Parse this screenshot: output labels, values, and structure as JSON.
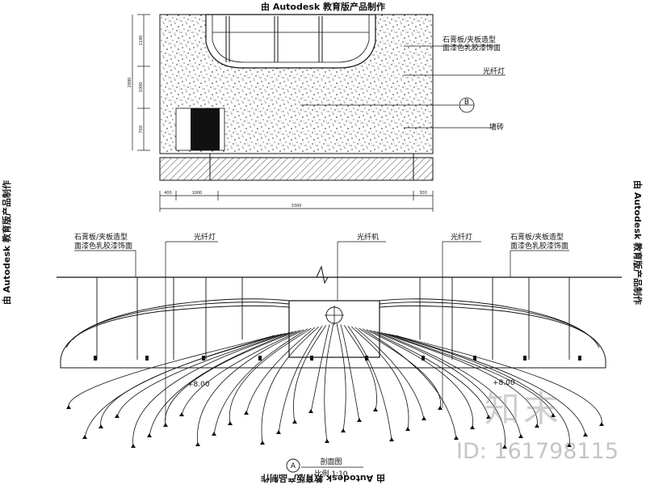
{
  "watermark_text": "由 Autodesk 教育版产品制作",
  "upper_elevation": {
    "labels": {
      "stone_wave": "石膏板/夹板造型",
      "stone_wave_finish": "面漆色乳胶漆饰面",
      "light_strip": "光纤灯",
      "brick": "墙砖"
    },
    "section_marker": "B",
    "dims": {
      "left": [
        "1190",
        "1000",
        "700"
      ],
      "left_total": "2890",
      "bottom": [
        "400",
        "1000",
        "300"
      ],
      "bottom_total": "3300"
    }
  },
  "lower_section": {
    "labels": {
      "left_1": "石膏板/夹板造型",
      "left_2": "面漆色乳胶漆饰面",
      "light_a": "光纤灯",
      "machine": "光纤机",
      "light_b": "光纤灯",
      "right_1": "石膏板/夹板造型",
      "right_2": "面漆色乳胶漆饰面"
    },
    "level_left": "+8.00",
    "level_right": "+8.00",
    "section_marker": "A",
    "title": "剖面图",
    "scale": "比例 1:10"
  },
  "brand_logo": "知末",
  "id_label": "ID: 161798115"
}
